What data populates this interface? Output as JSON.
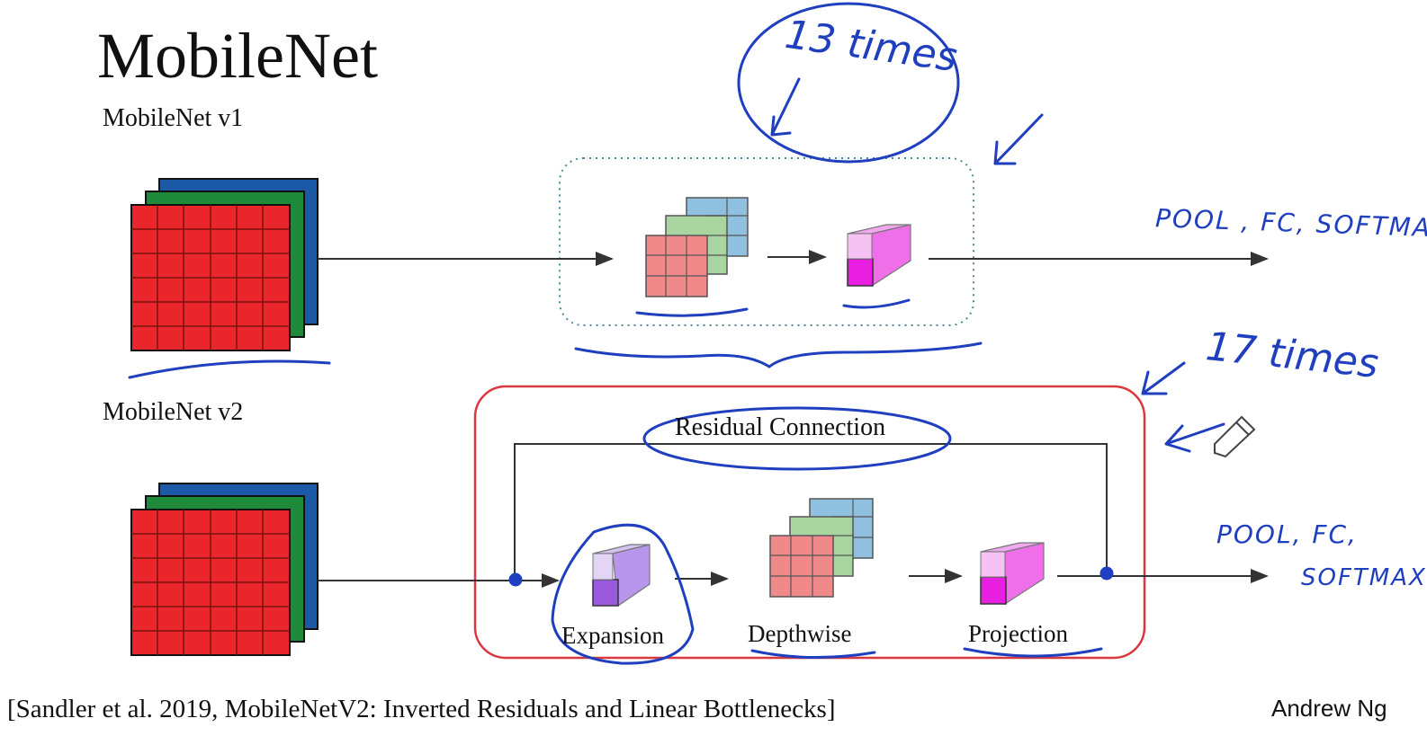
{
  "title": "MobileNet",
  "v1_label": "MobileNet v1",
  "v2_label": "MobileNet v2",
  "residual_label": "Residual Connection",
  "stages": {
    "expansion": "Expansion",
    "depthwise": "Depthwise",
    "projection": "Projection"
  },
  "citation": "[Sandler et al. 2019, MobileNetV2: Inverted Residuals and Linear Bottlenecks]",
  "author": "Andrew Ng",
  "annotations": {
    "v1_repeat": "13 times",
    "v2_repeat": "17 times",
    "v1_head": "POOL , FC, SOFTMAX",
    "v2_head_line1": "POOL, FC,",
    "v2_head_line2": "SOFTMAX"
  },
  "colors": {
    "red": "#e8262b",
    "green": "#1f8a3a",
    "blue": "#1c5aa8",
    "ink": "#1f3fbf",
    "box_red": "#d9383f",
    "pink": "#f08a8a",
    "light_green": "#a8d5a0",
    "light_blue": "#8fc0e0",
    "magenta": "#e81fe0",
    "purple": "#9b59e0"
  }
}
